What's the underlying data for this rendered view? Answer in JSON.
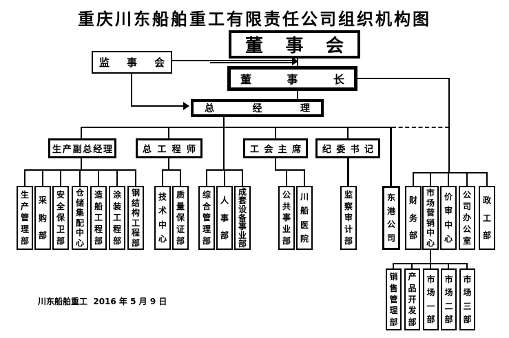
{
  "title": "重庆川东船舶重工有限责任公司组织机构图",
  "footer": "川东船舶重工  2016 年 5 月 9 日",
  "top": {
    "board_of_directors": "董事会",
    "supervisory_board": "监事会",
    "chairman": "董事长",
    "general_manager": "总经理"
  },
  "managers": {
    "production_deputy_gm": "生产副总经理",
    "chief_engineer": "总工程师",
    "union_chairman": "工会主席",
    "discipline_secretary": "纪委书记"
  },
  "departments": {
    "production_group": [
      "生产管理部",
      "采购部",
      "安全保卫部",
      "仓储集配中心",
      "造船工程部",
      "涂装工程部",
      "钢结构工程部"
    ],
    "engineer_group": [
      "技术中心",
      "质量保证部"
    ],
    "gm_group": [
      "综合管理部",
      "人事部",
      "成套设备事业部"
    ],
    "union_group": [
      "公共事业部",
      "川船医院"
    ],
    "discipline_group": [
      "监察审计部"
    ],
    "donggang_company": "东港公司",
    "chairman_group": [
      "财务部",
      "市场营销中心",
      "价审中心",
      "公司办公室",
      "政工部"
    ],
    "marketing_group": [
      "销售管理部",
      "产品开发部",
      "市场一部",
      "市场二部",
      "市场三部"
    ]
  }
}
